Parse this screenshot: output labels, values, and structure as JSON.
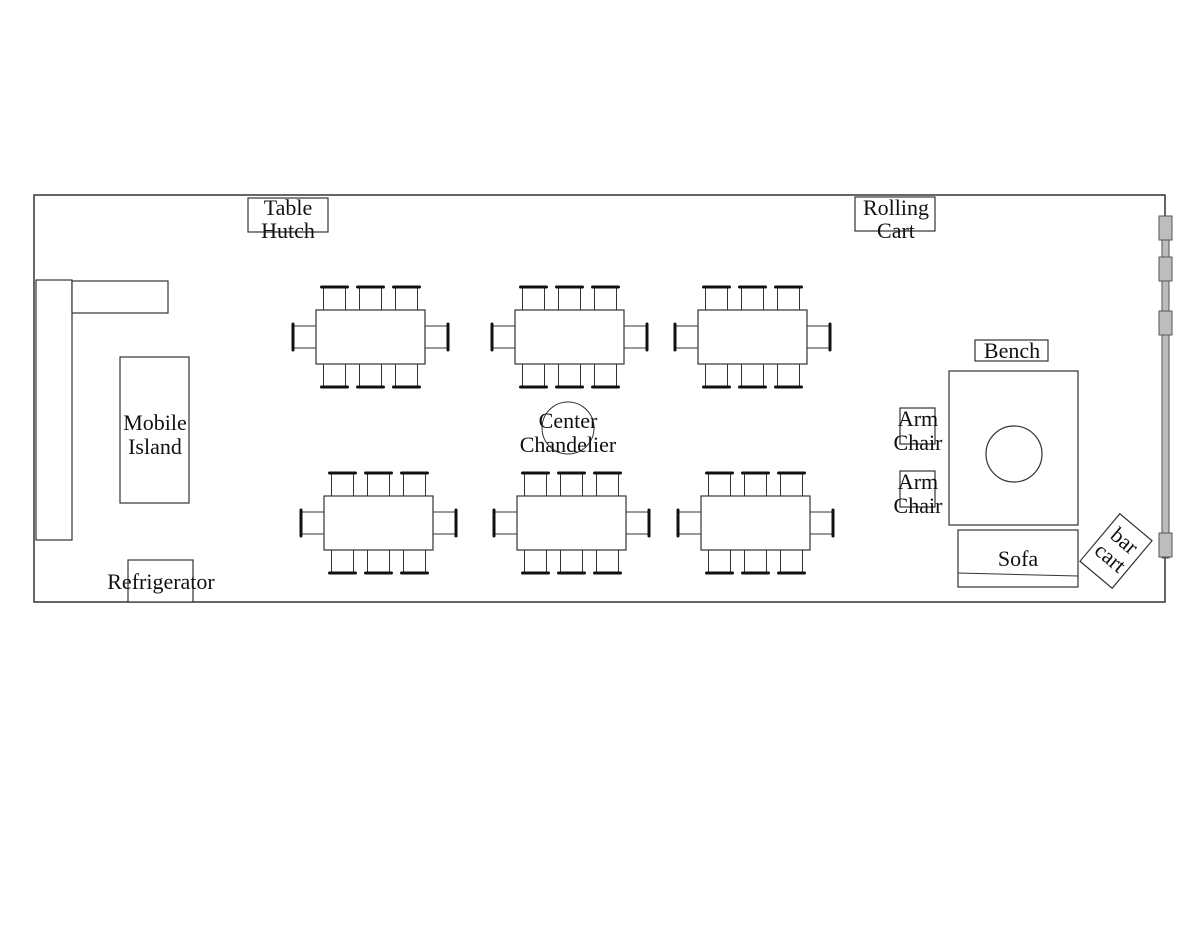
{
  "labels": {
    "table_hutch": [
      "Table",
      "Hutch"
    ],
    "rolling_cart": [
      "Rolling",
      "Cart"
    ],
    "mobile_island": [
      "Mobile",
      "Island"
    ],
    "refrigerator": "Refrigerator",
    "center_chandelier": [
      "Center",
      "Chandelier"
    ],
    "bench": "Bench",
    "arm_chair_1": [
      "Arm",
      "Chair"
    ],
    "arm_chair_2": [
      "Arm",
      "Chair"
    ],
    "sofa": "Sofa",
    "bar_cart": [
      "bar",
      "cart"
    ]
  },
  "colors": {
    "stroke": "#333333",
    "chair_frame": "#111111",
    "wall_fill": "#bdbdbd",
    "background": "#ffffff"
  },
  "dining_sets": {
    "count": 6,
    "chairs_per_long_side": 3,
    "chairs_per_short_side": 1
  }
}
